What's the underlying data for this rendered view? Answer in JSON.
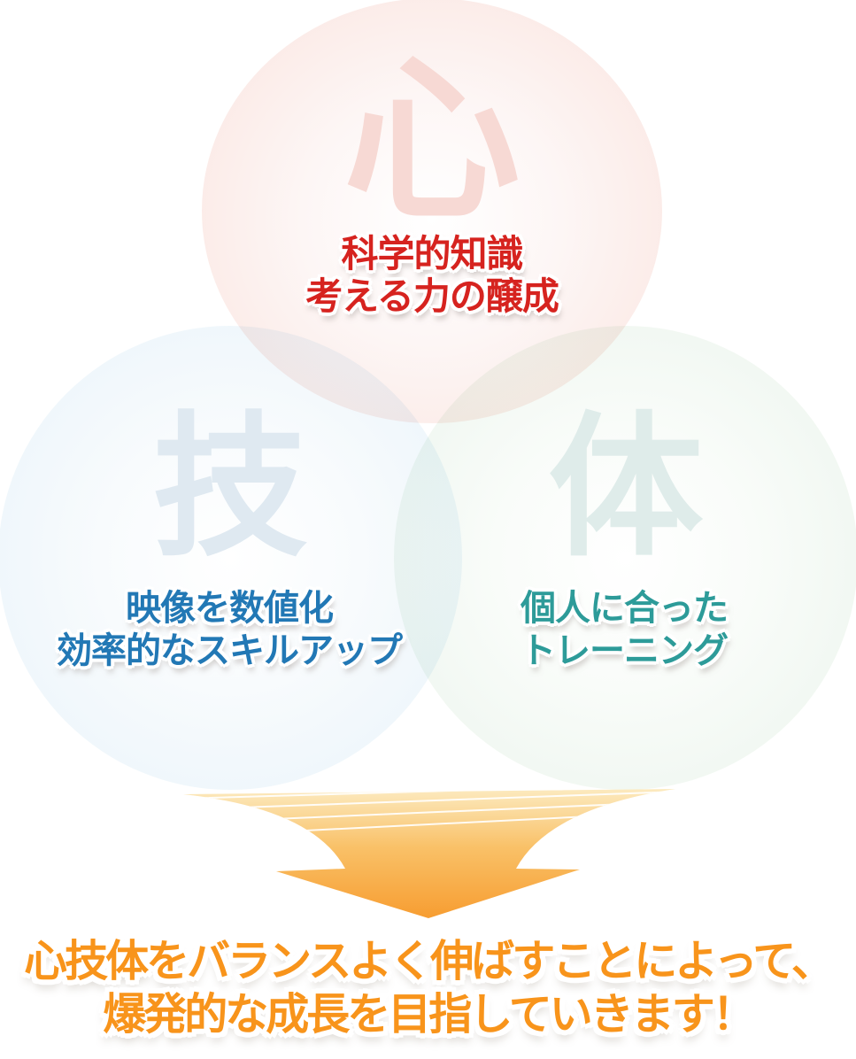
{
  "page": {
    "background": "#ffffff"
  },
  "diagram": {
    "circles": [
      {
        "name": "mind",
        "kanji": "心",
        "kanji_color": "#f7d9d4",
        "edge_color": "#f9e2dd",
        "caption": {
          "color": "#d6231f",
          "lines": [
            "科学的知識",
            "考える力の醸成"
          ]
        }
      },
      {
        "name": "skill",
        "kanji": "技",
        "kanji_color": "#dfe9f1",
        "edge_color": "#e9f3f9",
        "caption": {
          "color": "#2278b5",
          "lines": [
            "映像を数値化",
            "効率的なスキルアップ"
          ]
        }
      },
      {
        "name": "body",
        "kanji": "体",
        "kanji_color": "#dfecea",
        "edge_color": "#ebf5ed",
        "caption": {
          "color": "#2d9b99",
          "lines": [
            "個人に合った",
            "トレーニング"
          ]
        }
      }
    ],
    "arrow": {
      "direction": "down",
      "gradient_top": "#fceabf",
      "gradient_mid": "#f9c168",
      "gradient_bottom": "#f79d31"
    },
    "footer": {
      "color": "#f8941b",
      "lines": [
        "心技体をバランスよく伸ばすことによって、",
        "爆発的な成長を目指していきます！"
      ]
    }
  }
}
